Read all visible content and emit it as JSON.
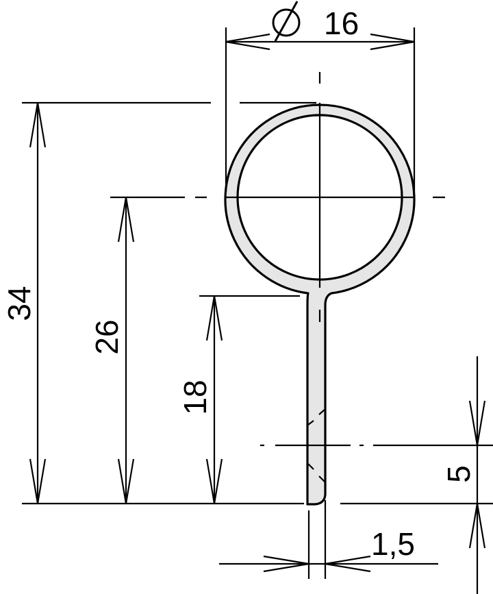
{
  "drawing": {
    "description": "Technical drawing of a ring profile with stem (round head with flat stem)",
    "colors": {
      "line": "#000000",
      "section_fill": "#e6e6e6",
      "background": "#ffffff"
    },
    "dimensions": {
      "diameter": {
        "symbol": "∅",
        "value": "16"
      },
      "overall_height": "34",
      "center_height": "26",
      "stem_height": "18",
      "bottom_offset": "5",
      "stem_thickness": "1,5"
    }
  }
}
